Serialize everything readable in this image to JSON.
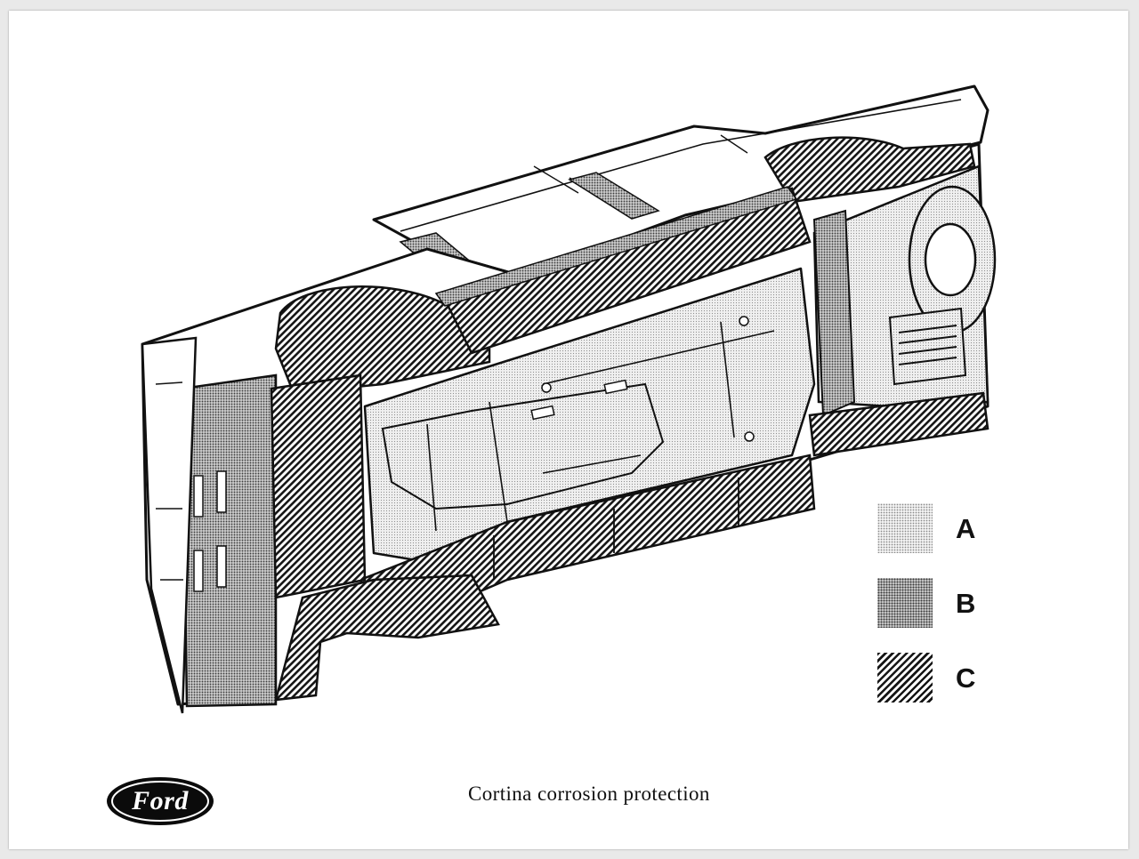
{
  "caption": "Cortina corrosion protection",
  "brand": {
    "logo_text": "Ford",
    "logo_color": "#0b0b0b"
  },
  "legend": [
    {
      "label": "A",
      "pattern": "fine-dot-stipple",
      "color": "#bdbdbd"
    },
    {
      "label": "B",
      "pattern": "dense-dot-stipple",
      "color": "#6e6e6e"
    },
    {
      "label": "C",
      "pattern": "diagonal-hatch",
      "color": "#151515"
    }
  ],
  "diagram": {
    "subject": "car-body-underside",
    "paper_color": "#ffffff"
  }
}
